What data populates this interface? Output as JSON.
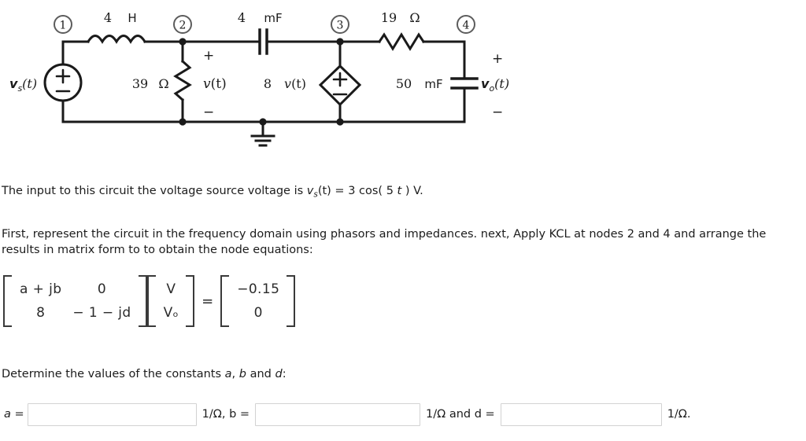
{
  "figure": {
    "name": "ac-circuit-schematic",
    "nodes": [
      {
        "id": "1",
        "label": "1"
      },
      {
        "id": "2",
        "label": "2"
      },
      {
        "id": "3",
        "label": "3"
      },
      {
        "id": "4",
        "label": "4"
      }
    ],
    "elements": {
      "source_label": "v",
      "source_sub": "s",
      "source_arg": "(t)",
      "source_plus": "+",
      "source_minus": "−",
      "inductor_value": "4",
      "inductor_unit": "H",
      "resistor1_value": "39",
      "resistor1_unit": "Ω",
      "v_label": "v",
      "v_arg": "(t)",
      "v_plus": "+",
      "v_minus": "−",
      "cap_series_value": "4",
      "cap_series_unit": "mF",
      "dep_gain": "8",
      "dep_label": "v",
      "dep_arg": "(t)",
      "dep_plus": "+",
      "dep_minus": "−",
      "resistor2_value": "19",
      "resistor2_unit": "Ω",
      "cap_out_value": "50",
      "cap_out_unit": "mF",
      "vout_label": "v",
      "vout_sub": "o",
      "vout_arg": "(t)",
      "vout_plus": "+",
      "vout_minus": "−"
    },
    "colors": {
      "wire": "#1a1a1a",
      "background": "#ffffff"
    }
  },
  "statements": {
    "input_prefix": "The input to this circuit the voltage source voltage is ",
    "input_vs": "v",
    "input_vs_sub": "s",
    "input_vs_expr": "(t) = 3 cos( 5 ",
    "input_vs_t": "t",
    "input_vs_tail": " ) V.",
    "kcl": "First, represent the circuit in the frequency domain using phasors and impedances. next, Apply KCL at nodes 2 and 4 and arrange the results in matrix form to to obtain the node equations:",
    "determine_prefix": "Determine the values of the constants ",
    "determine_a": "a",
    "determine_comma1": ", ",
    "determine_b": "b",
    "determine_and": " and ",
    "determine_d": "d",
    "determine_colon": ":"
  },
  "matrix_equation": {
    "coefficients": {
      "rows": [
        [
          "a + jb",
          "0"
        ],
        [
          "8",
          "− 1 − jd"
        ]
      ]
    },
    "unknowns": {
      "rows": [
        [
          "V"
        ],
        [
          "Vₒ"
        ]
      ]
    },
    "equals": "=",
    "rhs": {
      "rows": [
        [
          "−0.15"
        ],
        [
          "0"
        ]
      ]
    }
  },
  "answer_row": {
    "label_a": "a =",
    "input_a_value": "",
    "input_a_placeholder": "",
    "unit_after_a": "1/Ω, b =",
    "input_b_value": "",
    "input_b_placeholder": "",
    "unit_after_b": "1/Ω and d =",
    "input_d_value": "",
    "input_d_placeholder": "",
    "unit_after_d": "1/Ω."
  }
}
